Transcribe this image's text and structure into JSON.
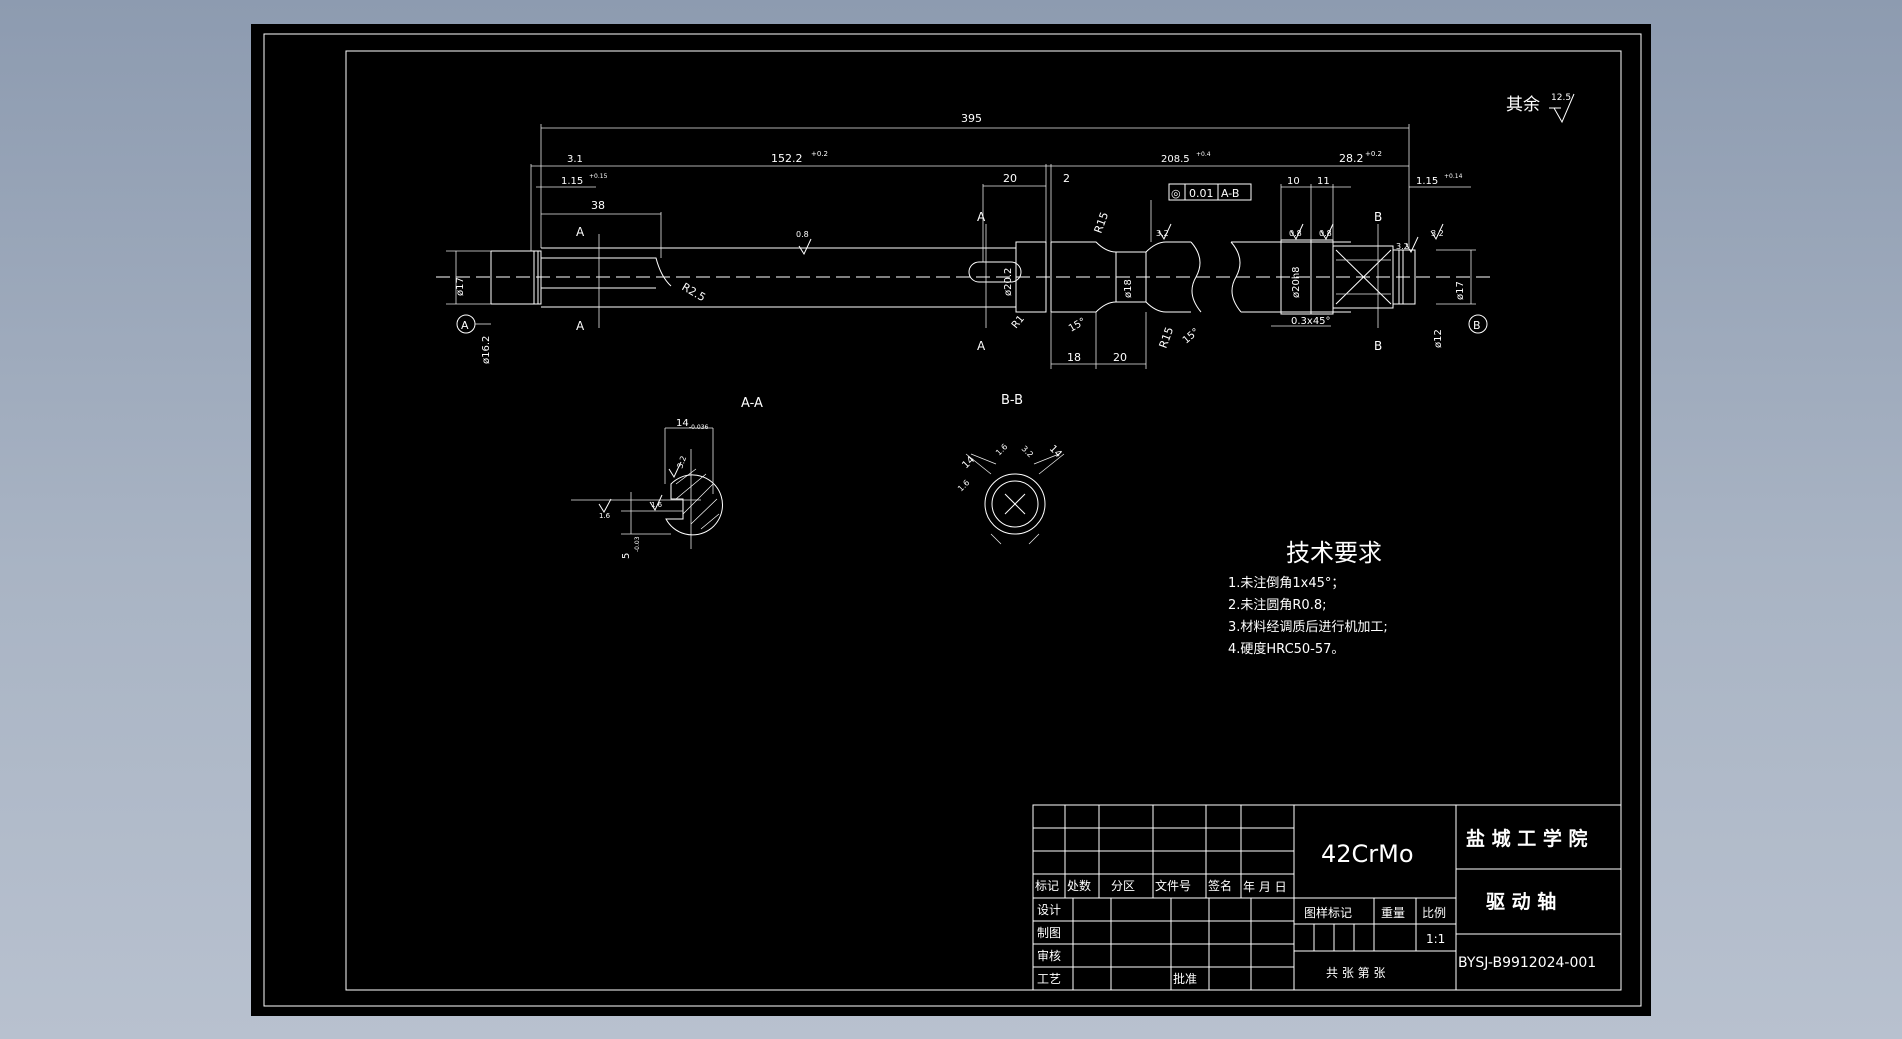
{
  "drawing": {
    "roughness_note": "其余",
    "roughness_value": "12.5",
    "dimensions": {
      "overall": "395",
      "d_3_1": "3.1",
      "d_152": "152.2",
      "d_152_tol": "+0.2",
      "d_208": "208.5",
      "d_208_tol": "+0.4",
      "d_28": "28.2",
      "d_28_tol": "+0.2",
      "d_115_left": "1.15",
      "d_115_left_tol": "+0.15",
      "d_115_right": "1.15",
      "d_115_right_tol": "+0.14",
      "d_38": "38",
      "d_20a": "20",
      "d_2": "2",
      "d_10": "10",
      "d_11": "11",
      "d_18": "18",
      "d_20b": "20",
      "r15a": "R15",
      "r15b": "R15",
      "r2_5": "R2.5",
      "r1": "R1",
      "ang15a": "15°",
      "ang15b": "15°",
      "chamfer": "0.3x45°",
      "dia17_left": "ø17",
      "dia16_2": "ø16.2",
      "dia20_2": "ø20.2",
      "dia18": "ø18",
      "dia20h8": "ø20h8",
      "dia17_right": "ø17",
      "dia12": "ø12",
      "tolerance_frame": [
        "◎",
        "0.01",
        "A-B"
      ],
      "rough_08a": "0.8",
      "rough_32a": "3.2",
      "rough_08b": "0.8",
      "rough_08c": "0.8",
      "rough_32b": "3.2",
      "rough_32c": "3.2",
      "datum_a": "A",
      "datum_b": "B"
    },
    "section_marks": [
      "A",
      "A",
      "A",
      "A",
      "B",
      "B"
    ],
    "section_aa": {
      "title": "A-A",
      "width_dim": "14",
      "width_tol": "-0.036",
      "depth_dim": "5",
      "depth_tol": "-0.03",
      "rough1": "3.2",
      "rough2": "1.6",
      "rough3": "1.6"
    },
    "section_bb": {
      "title": "B-B",
      "dims": [
        "14",
        "14",
        "1.6",
        "3.2",
        "1.6"
      ]
    },
    "tech_requirements": {
      "title": "技术要求",
      "items": [
        "1.未注倒角1x45°；",
        "2.未注圆角R0.8;",
        "3.材料经调质后进行机加工;",
        "4.硬度HRC50-57。"
      ]
    }
  },
  "title_block": {
    "material": "42CrMo",
    "school": "盐 城 工 学 院",
    "part_name": "驱 动 轴",
    "drawing_no": "BYSJ-B9912024-001",
    "labels": {
      "mark": "标记",
      "count": "处数",
      "zone": "分区",
      "doc_no": "文件号",
      "sign": "签名",
      "date": "年 月 日",
      "design": "设计",
      "draft": "制图",
      "review": "审核",
      "process": "工艺",
      "approve": "批准",
      "stage_mark": "图样标记",
      "weight": "重量",
      "scale": "比例",
      "scale_value": "1:1",
      "sheets": "共  张  第  张"
    }
  }
}
